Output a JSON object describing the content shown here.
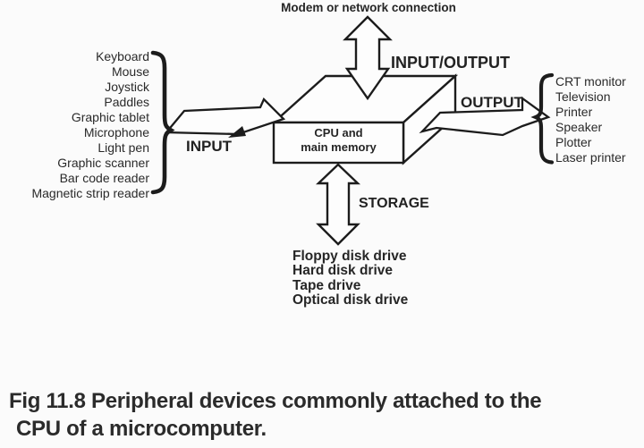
{
  "labels": {
    "modem": "Modem or network connection",
    "input_output": "INPUT/OUTPUT",
    "output": "OUTPUT",
    "input": "INPUT",
    "storage": "STORAGE",
    "cpu_line1": "CPU and",
    "cpu_line2": "main memory"
  },
  "lists": {
    "input_devices": {
      "items": [
        "Keyboard",
        "Mouse",
        "Joystick",
        "Paddles",
        "Graphic tablet",
        "Microphone",
        "Light pen",
        "Graphic scanner",
        "Bar code reader",
        "Magnetic strip reader"
      ]
    },
    "output_devices": {
      "items": [
        "CRT monitor",
        "Television",
        "Printer",
        "Speaker",
        "Plotter",
        "Laser printer"
      ]
    },
    "storage_devices": {
      "items": [
        "Floppy disk drive",
        "Hard disk drive",
        "Tape drive",
        "Optical disk drive"
      ]
    }
  },
  "caption": {
    "line1": "Fig 11.8 Peripheral devices commonly attached to the",
    "line2": "CPU of a microcomputer."
  },
  "colors": {
    "ink": "#1c1c1c",
    "text": "#2a2a2a",
    "bg": "#fbfbfb",
    "paper": "#fdfdfd"
  }
}
